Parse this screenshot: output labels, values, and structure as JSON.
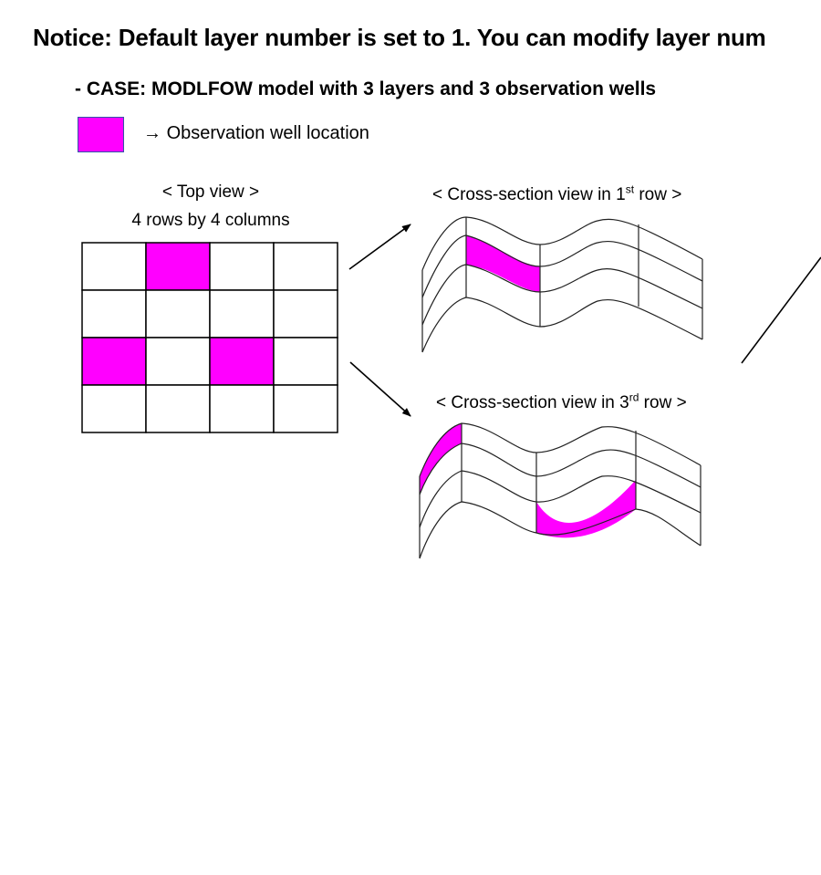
{
  "notice": "Notice: Default layer number is set to 1. You can modify layer num",
  "case_line": "- CASE: MODLFOW model with 3 layers and 3 observation  wells",
  "legend": {
    "arrow": "→",
    "text": "Observation well location",
    "color": "#ff00ff"
  },
  "top_view": {
    "title": "< Top view >",
    "subtitle": "4 rows by 4 columns",
    "rows": 4,
    "cols": 4,
    "well_cells": [
      [
        0,
        1
      ],
      [
        2,
        0
      ],
      [
        2,
        2
      ]
    ]
  },
  "cross_section_1": {
    "prefix": "< Cross-section view in 1",
    "sup": "st",
    "suffix": " row >"
  },
  "cross_section_3": {
    "prefix": "< Cross-section view in 3",
    "sup": "rd",
    "suffix": " row >"
  }
}
